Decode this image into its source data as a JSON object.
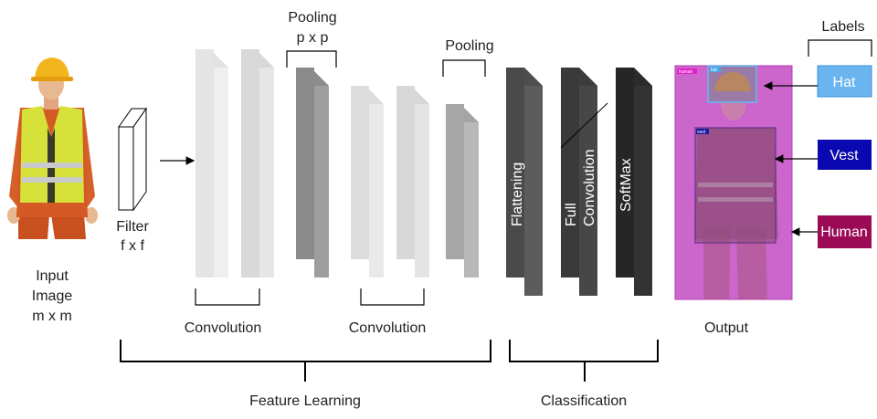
{
  "input": {
    "line1": "Input",
    "line2": "Image",
    "line3": "m x m"
  },
  "filter": {
    "line1": "Filter",
    "line2": "f x f"
  },
  "pooling1": {
    "line1": "Pooling",
    "line2": "p x p"
  },
  "pooling2": {
    "label": "Pooling"
  },
  "convolution1": {
    "label": "Convolution"
  },
  "convolution2": {
    "label": "Convolution"
  },
  "classifier": {
    "flattening": "Flattening",
    "full_convolution_line1": "Full",
    "full_convolution_line2": "Convolution",
    "softmax": "SoftMax"
  },
  "output": {
    "label": "Output",
    "tag_human": "human",
    "tag_hat": "hat",
    "tag_vest": "vest"
  },
  "labels": {
    "header": "Labels",
    "items": [
      {
        "text": "Hat",
        "color": "#6ab4f0"
      },
      {
        "text": "Vest",
        "color": "#0a08b0"
      },
      {
        "text": "Human",
        "color": "#9a0a55"
      }
    ]
  },
  "stages": {
    "feature_learning": "Feature Learning",
    "classification": "Classification"
  }
}
